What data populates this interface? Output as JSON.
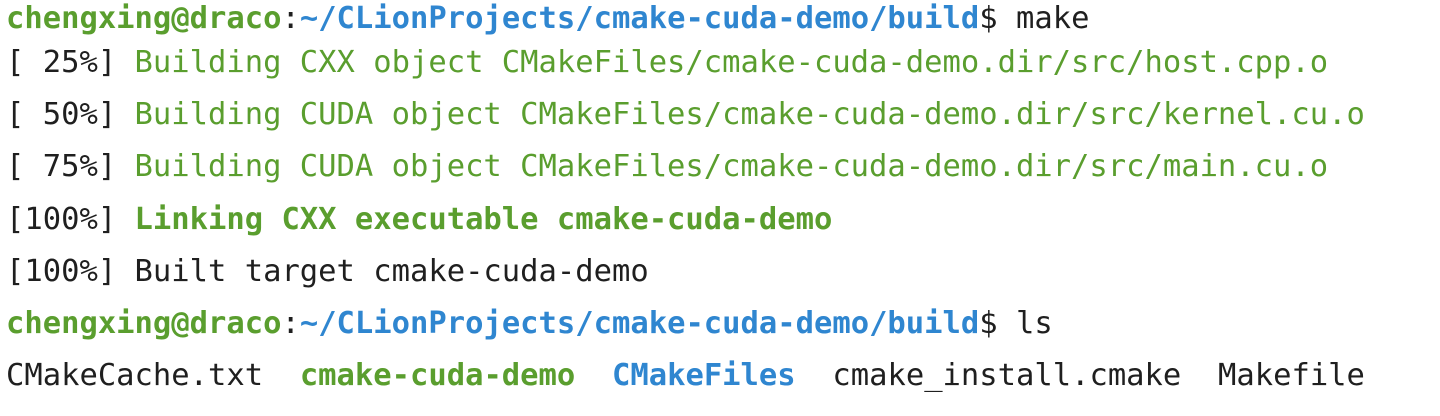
{
  "colors": {
    "background": "#ffffff",
    "text": "#1f1f1f",
    "prompt_user": "#5a9e2e",
    "prompt_path": "#2f86d0",
    "build_step": "#5a9e2e",
    "directory": "#2f86d0"
  },
  "prompt": {
    "user_host": "chengxing@draco",
    "colon": ":",
    "path": "~/CLionProjects/cmake-cuda-demo/build",
    "dollar": "$"
  },
  "commands": {
    "make": " make",
    "ls": " ls"
  },
  "build_output": [
    {
      "percent": "[ 25%] ",
      "message": "Building CXX object CMakeFiles/cmake-cuda-demo.dir/src/host.cpp.o"
    },
    {
      "percent": "[ 50%] ",
      "message": "Building CUDA object CMakeFiles/cmake-cuda-demo.dir/src/kernel.cu.o"
    },
    {
      "percent": "[ 75%] ",
      "message": "Building CUDA object CMakeFiles/cmake-cuda-demo.dir/src/main.cu.o"
    },
    {
      "percent": "[100%] ",
      "message": "Linking CXX executable cmake-cuda-demo"
    },
    {
      "percent": "[100%] ",
      "message": "Built target cmake-cuda-demo"
    }
  ],
  "ls_output": [
    {
      "name": "CMakeCache.txt",
      "type": "file"
    },
    {
      "name": "cmake-cuda-demo",
      "type": "executable"
    },
    {
      "name": "CMakeFiles",
      "type": "directory"
    },
    {
      "name": "cmake_install.cmake",
      "type": "file"
    },
    {
      "name": "Makefile",
      "type": "file"
    }
  ],
  "ls_separator": "  "
}
